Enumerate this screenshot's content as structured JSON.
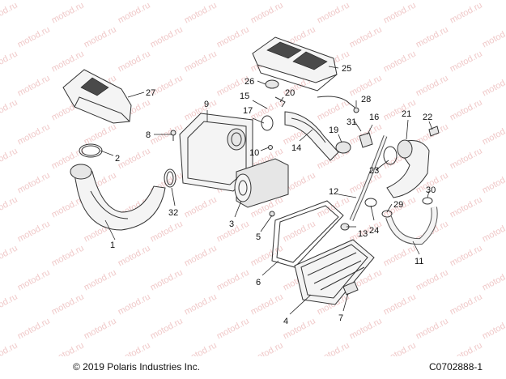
{
  "watermark": {
    "text": "motod.ru"
  },
  "callouts": [
    {
      "id": "c1",
      "label": "1"
    },
    {
      "id": "c2",
      "label": "2"
    },
    {
      "id": "c3",
      "label": "3"
    },
    {
      "id": "c4",
      "label": "4"
    },
    {
      "id": "c5",
      "label": "5"
    },
    {
      "id": "c6",
      "label": "6"
    },
    {
      "id": "c7",
      "label": "7"
    },
    {
      "id": "c8",
      "label": "8"
    },
    {
      "id": "c9",
      "label": "9"
    },
    {
      "id": "c10",
      "label": "10"
    },
    {
      "id": "c11",
      "label": "11"
    },
    {
      "id": "c12",
      "label": "12"
    },
    {
      "id": "c13",
      "label": "13"
    },
    {
      "id": "c14",
      "label": "14"
    },
    {
      "id": "c15",
      "label": "15"
    },
    {
      "id": "c16",
      "label": "16"
    },
    {
      "id": "c17",
      "label": "17"
    },
    {
      "id": "c19",
      "label": "19"
    },
    {
      "id": "c20",
      "label": "20"
    },
    {
      "id": "c21",
      "label": "21"
    },
    {
      "id": "c22",
      "label": "22"
    },
    {
      "id": "c23",
      "label": "23"
    },
    {
      "id": "c24",
      "label": "24"
    },
    {
      "id": "c25",
      "label": "25"
    },
    {
      "id": "c26",
      "label": "26"
    },
    {
      "id": "c27",
      "label": "27"
    },
    {
      "id": "c28",
      "label": "28"
    },
    {
      "id": "c29",
      "label": "29"
    },
    {
      "id": "c30",
      "label": "30"
    },
    {
      "id": "c31",
      "label": "31"
    },
    {
      "id": "c32",
      "label": "32"
    }
  ],
  "footer": {
    "copyright": "© 2019 Polaris Industries Inc.",
    "doc_number": "C0702888-1"
  }
}
